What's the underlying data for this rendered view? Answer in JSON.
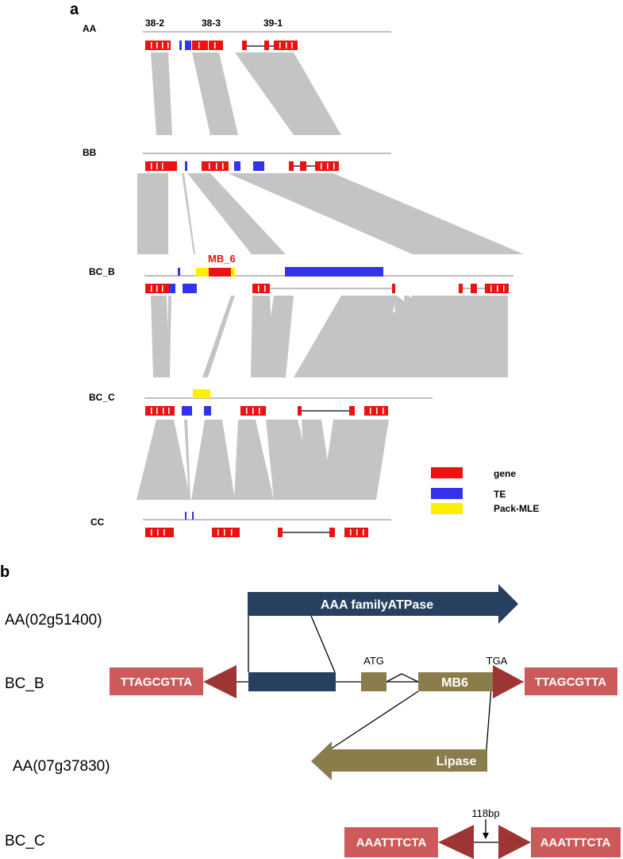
{
  "panel_a": {
    "label": "a",
    "column_labels": [
      "38-2",
      "38-3",
      "39-1"
    ],
    "rows": [
      "AA",
      "BB",
      "BC_B",
      "BC_C",
      "CC"
    ],
    "mb6_label": "MB_6",
    "legend": [
      {
        "label": "gene",
        "color": "#ee1111"
      },
      {
        "label": "TE",
        "color": "#3333ee"
      },
      {
        "label": "Pack-MLE",
        "color": "#ffee00"
      }
    ]
  },
  "panel_b": {
    "label": "b",
    "aa1_label": "AA(02g51400)",
    "bcb_label": "BC_B",
    "aa2_label": "AA(07g37830)",
    "bcc_label": "BC_C",
    "aaa_arrow_label": "AAA familyATPase",
    "lipase_label": "Lipase",
    "mb6_label": "MB6",
    "atg_label": "ATG",
    "tga_label": "TGA",
    "tir_bcb": "TTAGCGTTA",
    "tir_bcc": "AAATTTCTA",
    "gap_label": "118bp",
    "colors": {
      "navy": "#27405f",
      "olive": "#8a7c4b",
      "tir_box": "#cd5a5a",
      "tir_arrow": "#9e3535"
    }
  }
}
